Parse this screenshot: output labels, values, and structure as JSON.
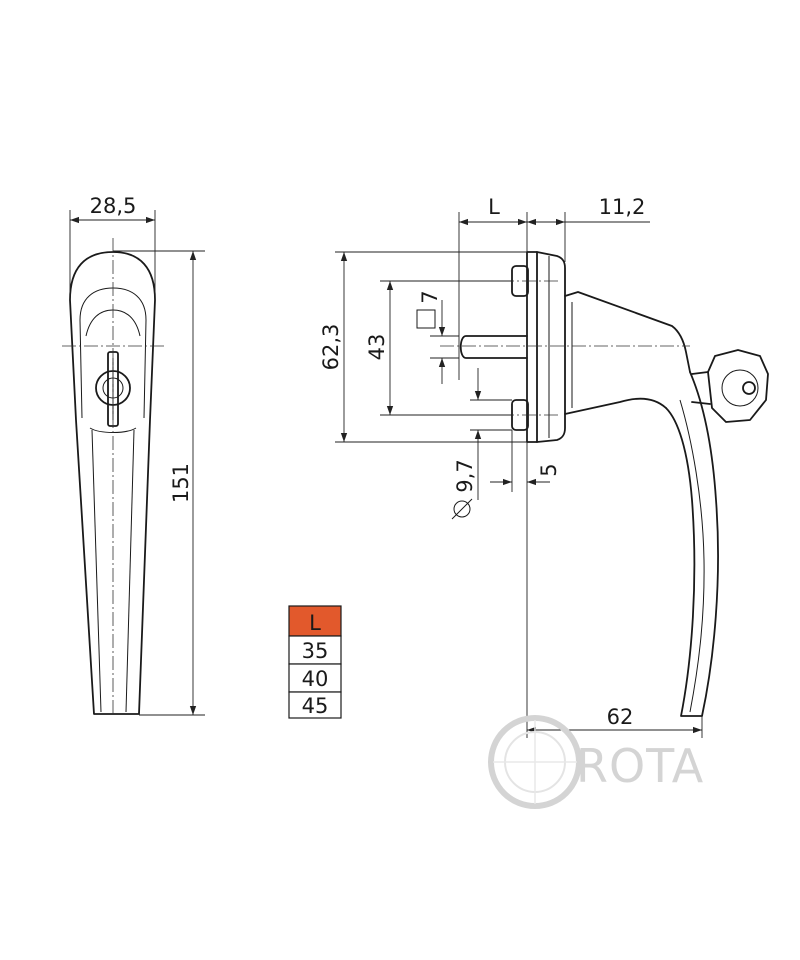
{
  "dimensions": {
    "width_front": "28,5",
    "height_total": "151",
    "length": "L",
    "rosette_depth": "11,2",
    "rosette_height": "62,3",
    "screw_spacing": "43",
    "spindle_square": "7",
    "screw_diameter": "9,7",
    "spindle_offset": "5",
    "handle_reach": "62"
  },
  "length_table": {
    "header": "L",
    "rows": [
      "35",
      "40",
      "45"
    ]
  },
  "logo": {
    "text": "ROTA"
  },
  "colors": {
    "table_header": "#e2592c",
    "line": "#1a1a1a",
    "logo": "#d4d4d4"
  }
}
